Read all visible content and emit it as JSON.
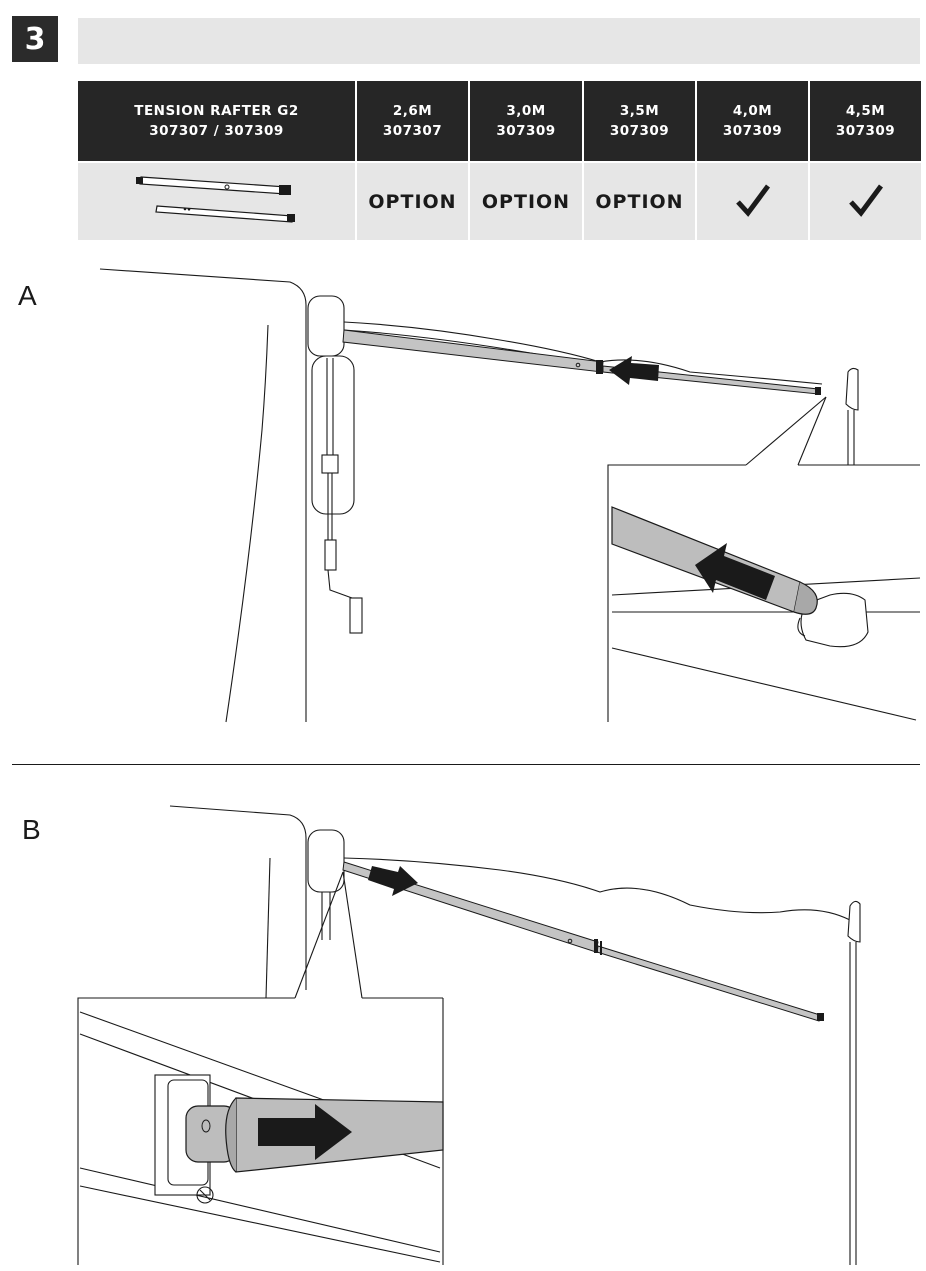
{
  "step": {
    "number": "3"
  },
  "table": {
    "product": {
      "name": "TENSION RAFTER G2",
      "codes": "307307 / 307309"
    },
    "columns": [
      {
        "size": "2,6M",
        "code": "307307",
        "value": "OPTION"
      },
      {
        "size": "3,0M",
        "code": "307309",
        "value": "OPTION"
      },
      {
        "size": "3,5M",
        "code": "307309",
        "value": "OPTION"
      },
      {
        "size": "4,0M",
        "code": "307309",
        "value": "check"
      },
      {
        "size": "4,5M",
        "code": "307309",
        "value": "check"
      }
    ]
  },
  "panels": {
    "a_label": "A",
    "b_label": "B"
  },
  "icons": {
    "included": "check-icon",
    "direction": "arrow-icon"
  },
  "colors": {
    "dark": "#262626",
    "light": "#e6e6e6",
    "rod": "#bdbdbd"
  }
}
